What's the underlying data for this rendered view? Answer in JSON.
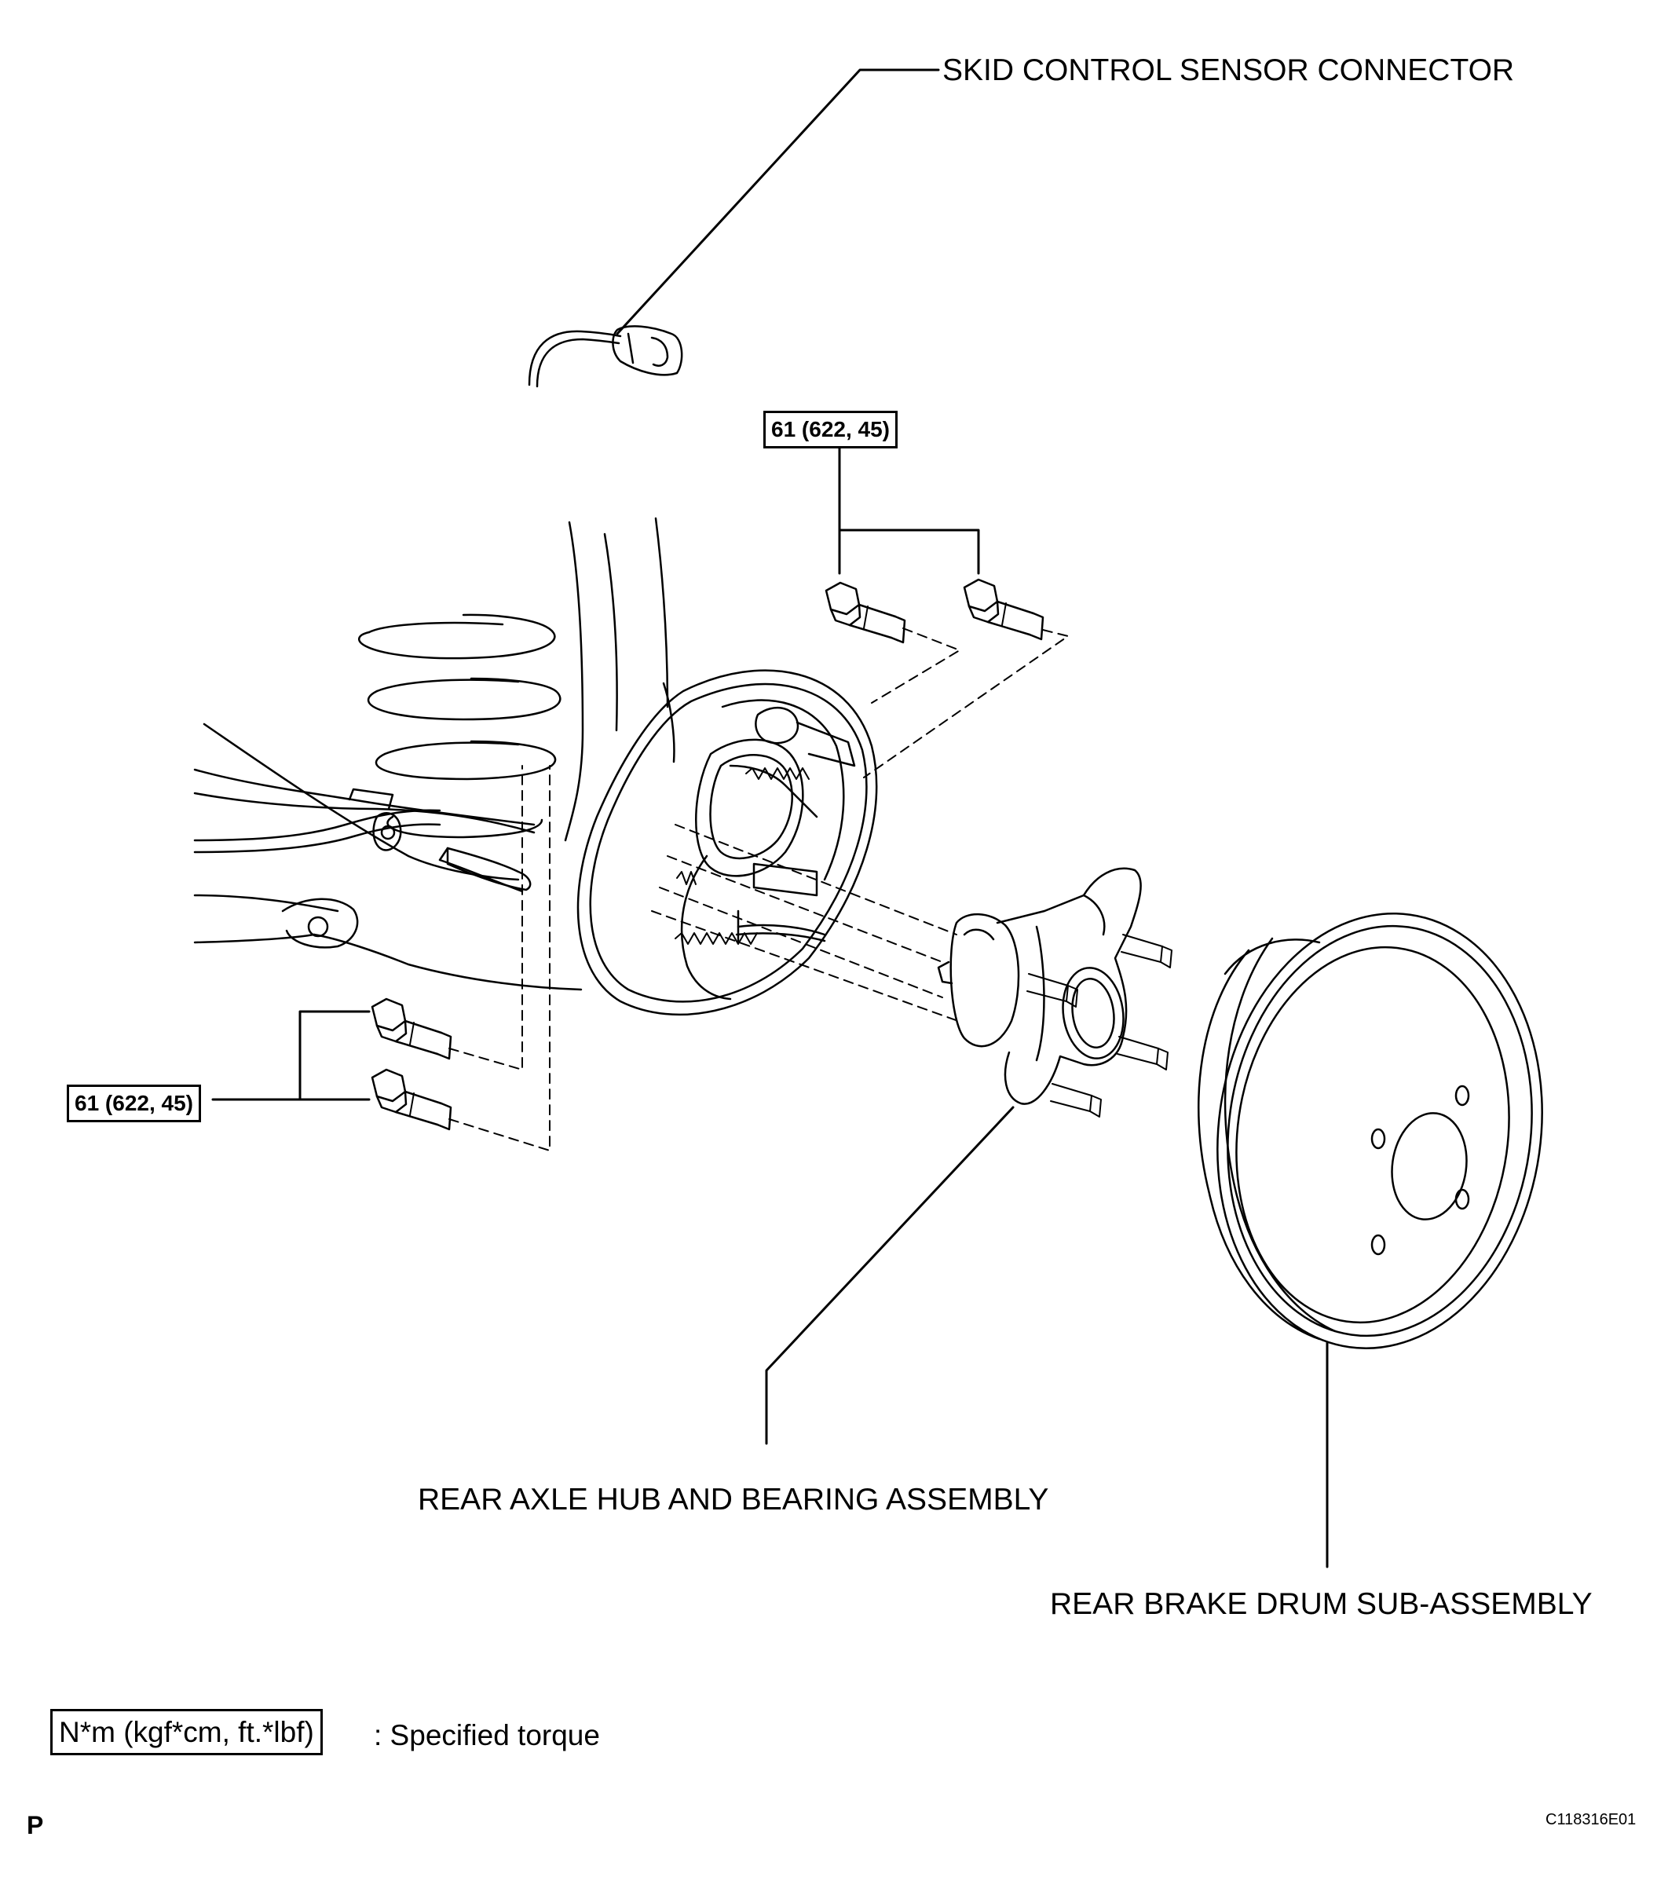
{
  "labels": {
    "skid_sensor": "SKID CONTROL SENSOR CONNECTOR",
    "hub_bearing": "REAR AXLE HUB AND BEARING ASSEMBLY",
    "brake_drum": "REAR BRAKE DRUM SUB-ASSEMBLY"
  },
  "torque_specs": {
    "upper": "61 (622, 45)",
    "lower": "61 (622, 45)"
  },
  "legend": {
    "unit": "N*m (kgf*cm, ft.*lbf)",
    "description": ": Specified torque"
  },
  "footer": {
    "mark": "P",
    "figure_code": "C118316E01"
  }
}
